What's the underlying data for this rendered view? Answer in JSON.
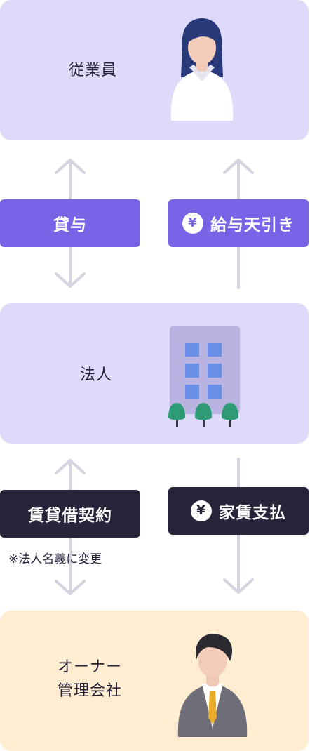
{
  "colors": {
    "card_purple": "#dedafa",
    "card_peach": "#feedd1",
    "accent_purple": "#7963e6",
    "dark_navy": "#28253a",
    "arrow_gray": "#d6d4e0"
  },
  "nodes": {
    "employee": "従業員",
    "corporation": "法人",
    "owner": "オーナー\n管理会社"
  },
  "flows": {
    "lend": "貸与",
    "salary_deduction": "給与天引き",
    "lease_contract": "賃貸借契約",
    "lease_note": "※法人名義に変更",
    "rent_payment": "家賃支払"
  },
  "icons": {
    "yen_symbol": "¥",
    "employee_icon": "female-employee-icon",
    "corporation_icon": "office-building-icon",
    "owner_icon": "businessman-icon"
  }
}
